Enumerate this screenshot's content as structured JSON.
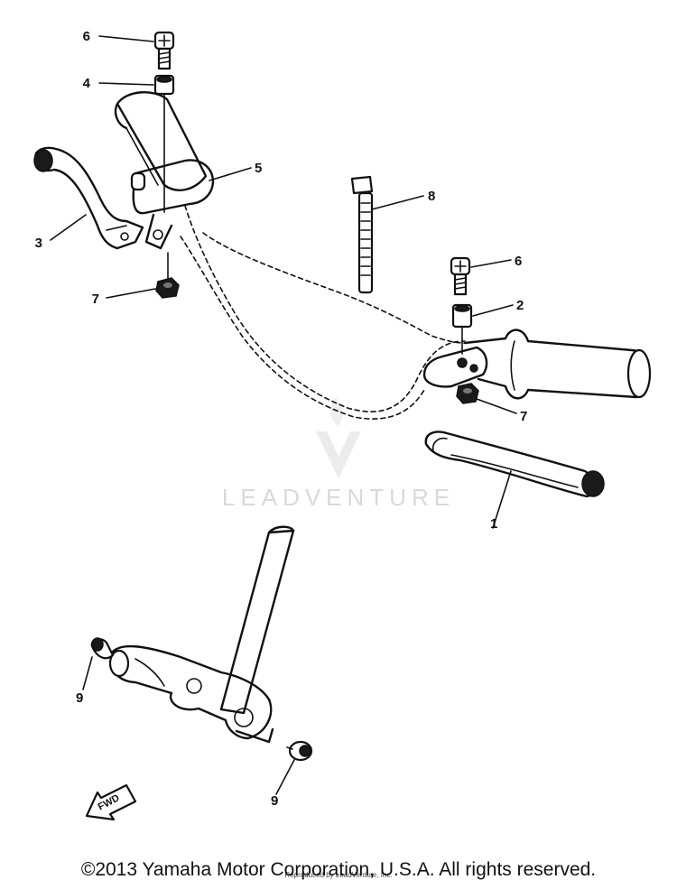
{
  "callouts": {
    "part_1": "1",
    "part_2": "2",
    "part_3": "3",
    "part_4": "4",
    "part_5": "5",
    "part_6_top": "6",
    "part_6_right": "6",
    "part_7_left": "7",
    "part_7_right": "7",
    "part_8": "8",
    "part_9_left": "9",
    "part_9_bottom": "9"
  },
  "fwd_label": "FWD",
  "watermark": "LEADVENTURE",
  "copyright": "©2013 Yamaha Motor Corporation, U.S.A. All rights reserved.",
  "fine_print": "Reproduced by LeadVenture, Inc."
}
